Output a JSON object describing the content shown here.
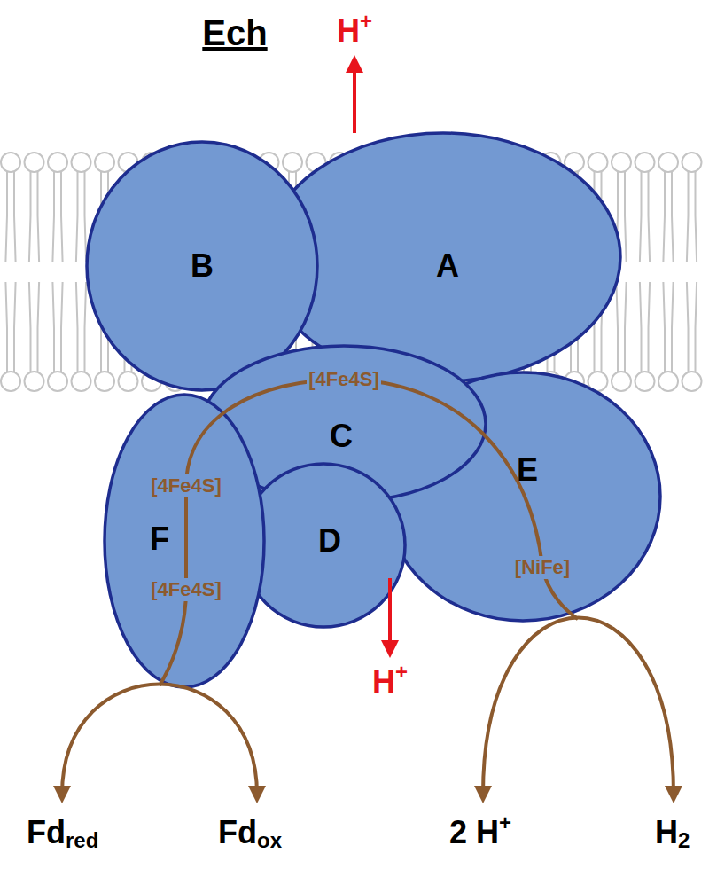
{
  "diagram": {
    "title": "Ech",
    "nodes": [
      {
        "text": [
          "B"
        ]
      },
      {
        "text": [
          "A"
        ]
      },
      {
        "text": [
          "C",
          "[4Fe4S]"
        ]
      },
      {
        "text": [
          "F",
          "[4Fe4S]",
          "[4Fe4S]"
        ]
      },
      {
        "text": [
          "D"
        ]
      },
      {
        "text": [
          "E",
          "[NiFe]"
        ]
      }
    ],
    "labels": [
      "H",
      "+",
      "H",
      "+",
      "Fd",
      "red",
      "Fd",
      "ox",
      "2 H",
      "+",
      "H",
      "2"
    ]
  }
}
